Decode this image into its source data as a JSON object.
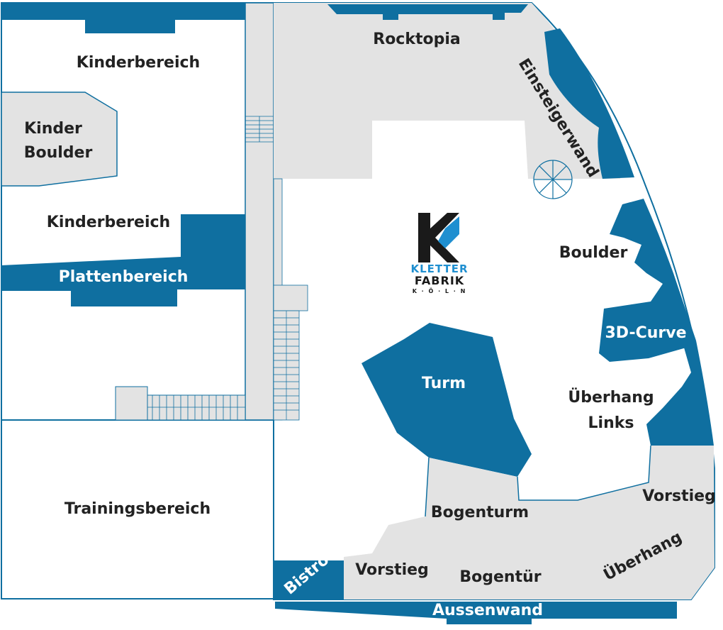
{
  "colors": {
    "blue": "#0f6fa0",
    "gray": "#e3e3e3",
    "outline": "#0f6fa0",
    "text_dark": "#222222",
    "text_light": "#ffffff",
    "logo_black": "#1a1a1a",
    "logo_blue": "#1f8fd0"
  },
  "logo": {
    "line1": "KLETTER",
    "line2": "FABRIK",
    "line3": "K · Ö · L · N"
  },
  "areas": {
    "rocktopia": "Rocktopia",
    "einsteigerwand": "Einsteigerwand",
    "kinderbereich_top": "Kinderbereich",
    "kinder_boulder_1": "Kinder",
    "kinder_boulder_2": "Boulder",
    "kinderbereich_mid": "Kinderbereich",
    "plattenbereich": "Plattenbereich",
    "boulder": "Boulder",
    "curve_3d": "3D-Curve",
    "turm": "Turm",
    "ueberhang_links_1": "Überhang",
    "ueberhang_links_2": "Links",
    "trainingsbereich": "Trainingsbereich",
    "vorstieg_right": "Vorstieg",
    "bogenturm": "Bogenturm",
    "ueberhang": "Überhang",
    "bistro": "Bistro",
    "vorstieg_left": "Vorstieg",
    "bogentuer": "Bogentür",
    "aussenwand": "Aussenwand"
  }
}
